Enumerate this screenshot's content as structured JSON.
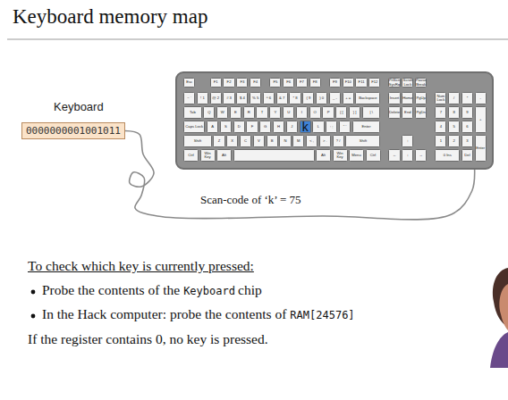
{
  "diagram": {
    "title": "Keyboard memory map",
    "nodes": [
      {
        "text": [
          "Keyboard",
          "0000000001001011"
        ]
      },
      {
        "text": [
          "Esc",
          "F1",
          "F2",
          "F3",
          "F4",
          "F5",
          "F6",
          "F7",
          "F8",
          "F9",
          "F10",
          "F11",
          "F12",
          "PrtScn SysRq",
          "Scroll Lock",
          "Pause Break",
          "~ `",
          "! 1",
          "@ 2",
          "# 3",
          "$ 4",
          "% 5",
          "^ 6",
          "& 7",
          "* 8",
          "( 9",
          ") 0",
          "_ -",
          "+ =",
          "Backspace",
          "Insert",
          "Home",
          "PgUp",
          "Num Lock",
          "/",
          "*",
          "-",
          "Tab",
          "Q",
          "W",
          "E",
          "R",
          "T",
          "Y",
          "U",
          "I",
          "O",
          "P",
          "{ [",
          "} ]",
          "| \\",
          "Delete",
          "End",
          "PgDn",
          "7",
          "8",
          "9",
          "+",
          "Caps Lock",
          "A",
          "S",
          "D",
          "F",
          "G",
          "H",
          "J",
          "k",
          "L",
          ": ;",
          "\" '",
          "Enter",
          "4",
          "5",
          "6",
          "Shift",
          "Z",
          "X",
          "C",
          "V",
          "B",
          "N",
          "M",
          "< ,",
          "> .",
          "? /",
          "Shift",
          "↑",
          "1",
          "2",
          "3",
          "Enter",
          "Ctrl",
          "Win Key",
          "Alt",
          "Alt",
          "Win Key",
          "Menu",
          "Ctrl",
          "←",
          "↓",
          "→",
          "0 Ins",
          "Del"
        ]
      }
    ],
    "edges": [
      {
        "from": 0,
        "to": 1,
        "arrow": "none",
        "label": "Scan-code of ‘k’ = 75"
      }
    ],
    "labels": [
      "To check which key is currently pressed:",
      "Probe the contents of the",
      "Keyboard",
      "chip",
      "In the Hack computer: probe the contents of",
      "RAM[24576]",
      "If the register contains 0, no key is pressed."
    ]
  }
}
